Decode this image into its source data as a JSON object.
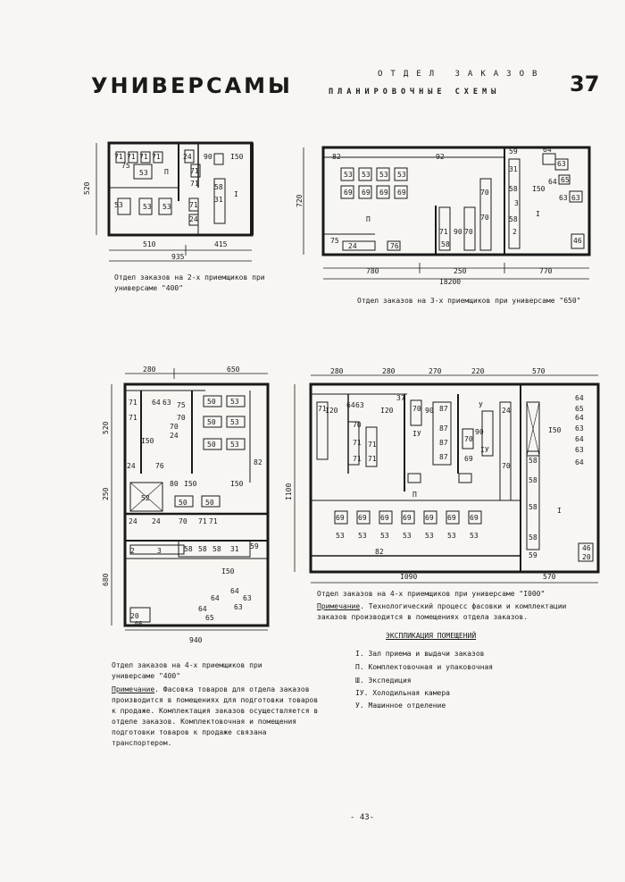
{
  "header": {
    "title": "УНИВЕРСАМЫ",
    "line1": "ОТДЕЛ ЗАКАЗОВ",
    "line2": "ПЛАНИРОВОЧНЫЕ СХЕМЫ",
    "page_number": "37"
  },
  "plan1": {
    "caption": "Отдел заказов на 2-х приемщиков при универсаме \"400\"",
    "dims": [
      "520",
      "510",
      "415",
      "935"
    ],
    "labels": [
      "71",
      "71",
      "71",
      "71",
      "75",
      "53",
      "П",
      "24",
      "90",
      "I50",
      "71",
      "58",
      "71",
      "31",
      "I",
      "53",
      "53",
      "53",
      "71",
      "24"
    ]
  },
  "plan2": {
    "caption": "Отдел заказов на 3-х приемщиков при универсаме \"650\"",
    "dims": [
      "720",
      "780",
      "250",
      "770",
      "I8200"
    ],
    "labels": [
      "82",
      "92",
      "59",
      "53",
      "53",
      "53",
      "53",
      "69",
      "69",
      "69",
      "69",
      "31",
      "58",
      "58",
      "70",
      "70",
      "3",
      "I50",
      "I",
      "64",
      "63",
      "65",
      "64",
      "63",
      "63",
      "П",
      "90",
      "71",
      "70",
      "2",
      "75",
      "24",
      "76",
      "58",
      "46"
    ]
  },
  "plan3": {
    "caption": "Отдел заказов на 4-х приемщиков при универсаме \"400\"",
    "note_label": "Примечание",
    "note_text": ". Фасовка товаров для отдела заказов производится в помещениях для подготовки товаров к продаже. Комплектация заказов осуществляется в отделе заказов. Комплектовочная и помещения подготовки товаров к продаже связана транспортером.",
    "dims": [
      "280",
      "650",
      "520",
      "250",
      "680",
      "940"
    ],
    "labels": [
      "71",
      "64",
      "63",
      "75",
      "50",
      "53",
      "70",
      "50",
      "53",
      "71",
      "70",
      "24",
      "I50",
      "50",
      "53",
      "24",
      "76",
      "82",
      "52",
      "80",
      "I50",
      "I50",
      "50",
      "50",
      "24",
      "24",
      "70",
      "71",
      "71",
      "2",
      "3",
      "58",
      "58",
      "58",
      "31",
      "59",
      "I50",
      "64",
      "64",
      "63",
      "63",
      "64",
      "65",
      "20",
      "46"
    ]
  },
  "plan4": {
    "caption": "Отдел заказов на 4-х приемщиков при универсаме \"I000\"",
    "note_label": "Примечание",
    "note_text": ". Технологический процесс фасовки и комплектации заказов производится в помещениях отдела заказов.",
    "dims": [
      "280",
      "280",
      "270",
      "220",
      "570",
      "I100",
      "I090",
      "570"
    ],
    "labels": [
      "37",
      "71",
      "64",
      "63",
      "I20",
      "I20",
      "70",
      "90",
      "87",
      "У",
      "24",
      "64",
      "65",
      "IУ",
      "87",
      "90",
      "64",
      "63",
      "70",
      "71",
      "71",
      "87",
      "IУ",
      "70",
      "58",
      "I50",
      "64",
      "63",
      "71",
      "71",
      "87",
      "69",
      "70",
      "58",
      "58",
      "64",
      "П",
      "69",
      "69",
      "69",
      "69",
      "69",
      "69",
      "69",
      "I",
      "53",
      "53",
      "53",
      "53",
      "53",
      "53",
      "53",
      "58",
      "82",
      "59",
      "46",
      "20"
    ]
  },
  "legend": {
    "title": "ЭКСПЛИКАЦИЯ ПОМЕЩЕНИЙ",
    "items": [
      "I. Зал приема и выдачи заказов",
      "П. Комплектовочная и упаковочная",
      "Ш. Экспедиция",
      "IУ. Холодильная камера",
      "У. Машинное отделение"
    ]
  },
  "footer": {
    "page_ref": "- 43-"
  }
}
